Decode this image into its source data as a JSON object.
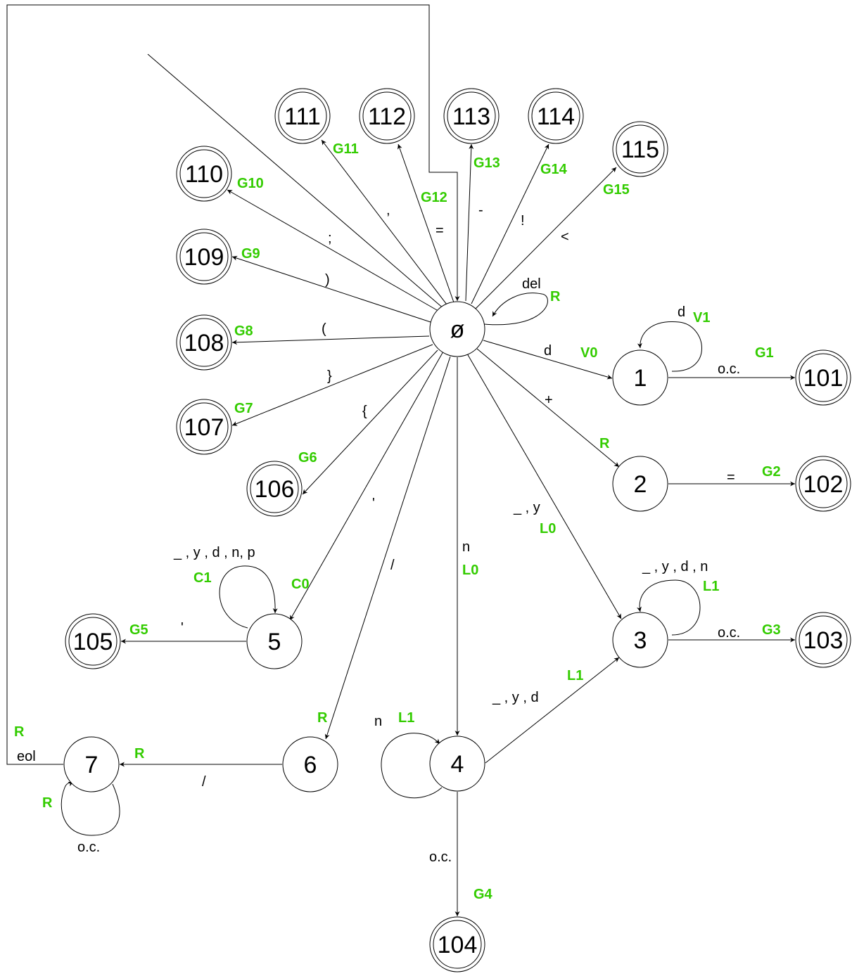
{
  "colors": {
    "action": "#33cc00",
    "stroke": "#000000",
    "background": "#ffffff"
  },
  "states": [
    {
      "id": "s0",
      "label": "ø",
      "final": false
    },
    {
      "id": "s1",
      "label": "1",
      "final": false
    },
    {
      "id": "s2",
      "label": "2",
      "final": false
    },
    {
      "id": "s3",
      "label": "3",
      "final": false
    },
    {
      "id": "s4",
      "label": "4",
      "final": false
    },
    {
      "id": "s5",
      "label": "5",
      "final": false
    },
    {
      "id": "s6",
      "label": "6",
      "final": false
    },
    {
      "id": "s7",
      "label": "7",
      "final": false
    },
    {
      "id": "f101",
      "label": "101",
      "final": true
    },
    {
      "id": "f102",
      "label": "102",
      "final": true
    },
    {
      "id": "f103",
      "label": "103",
      "final": true
    },
    {
      "id": "f104",
      "label": "104",
      "final": true
    },
    {
      "id": "f105",
      "label": "105",
      "final": true
    },
    {
      "id": "f106",
      "label": "106",
      "final": true
    },
    {
      "id": "f107",
      "label": "107",
      "final": true
    },
    {
      "id": "f108",
      "label": "108",
      "final": true
    },
    {
      "id": "f109",
      "label": "109",
      "final": true
    },
    {
      "id": "f110",
      "label": "110",
      "final": true
    },
    {
      "id": "f111",
      "label": "111",
      "final": true
    },
    {
      "id": "f112",
      "label": "112",
      "final": true
    },
    {
      "id": "f113",
      "label": "113",
      "final": true
    },
    {
      "id": "f114",
      "label": "114",
      "final": true
    },
    {
      "id": "f115",
      "label": "115",
      "final": true
    }
  ],
  "transitions": [
    {
      "id": "t0-111",
      "symbol": ",",
      "action": "G11"
    },
    {
      "id": "t0-112",
      "symbol": "=",
      "action": "G12"
    },
    {
      "id": "t0-113",
      "symbol": "-",
      "action": "G13"
    },
    {
      "id": "t0-114",
      "symbol": "!",
      "action": "G14"
    },
    {
      "id": "t0-115",
      "symbol": "<",
      "action": "G15"
    },
    {
      "id": "t0-110",
      "symbol": ";",
      "action": "G10"
    },
    {
      "id": "t0-109",
      "symbol": ")",
      "action": "G9"
    },
    {
      "id": "t0-108",
      "symbol": "(",
      "action": "G8"
    },
    {
      "id": "t0-107",
      "symbol": "}",
      "action": "G7"
    },
    {
      "id": "t0-106",
      "symbol": "{",
      "action": "G6"
    },
    {
      "id": "t0-0",
      "symbol": "del",
      "action": "R"
    },
    {
      "id": "t0-1",
      "symbol": "d",
      "action": "V0"
    },
    {
      "id": "t1-1",
      "symbol": "d",
      "action": "V1"
    },
    {
      "id": "t1-101",
      "symbol": "o.c.",
      "action": "G1"
    },
    {
      "id": "t0-2",
      "symbol": "+",
      "action": "R"
    },
    {
      "id": "t2-102",
      "symbol": "=",
      "action": "G2"
    },
    {
      "id": "t0-3",
      "symbol": "_ , y",
      "action": "L0"
    },
    {
      "id": "t3-3",
      "symbol": "_ , y , d , n",
      "action": "L1"
    },
    {
      "id": "t3-103",
      "symbol": "o.c.",
      "action": "G3"
    },
    {
      "id": "t0-4",
      "symbol": "n",
      "action": "L0"
    },
    {
      "id": "t4-4",
      "symbol": "n",
      "action": "L1"
    },
    {
      "id": "t4-3",
      "symbol": "_ , y ,  d",
      "action": "L1"
    },
    {
      "id": "t4-104",
      "symbol": "o.c.",
      "action": "G4"
    },
    {
      "id": "t0-5",
      "symbol": "'",
      "action": "C0"
    },
    {
      "id": "t5-5",
      "symbol": "_ , y , d , n, p",
      "action": "C1"
    },
    {
      "id": "t5-105",
      "symbol": "'",
      "action": "G5"
    },
    {
      "id": "t0-6",
      "symbol": "/",
      "action": "R"
    },
    {
      "id": "t6-7",
      "symbol": "/",
      "action": "R"
    },
    {
      "id": "t7-7",
      "symbol": "o.c.",
      "action": "R"
    },
    {
      "id": "t7-0",
      "symbol": "eol",
      "action": "R"
    }
  ]
}
